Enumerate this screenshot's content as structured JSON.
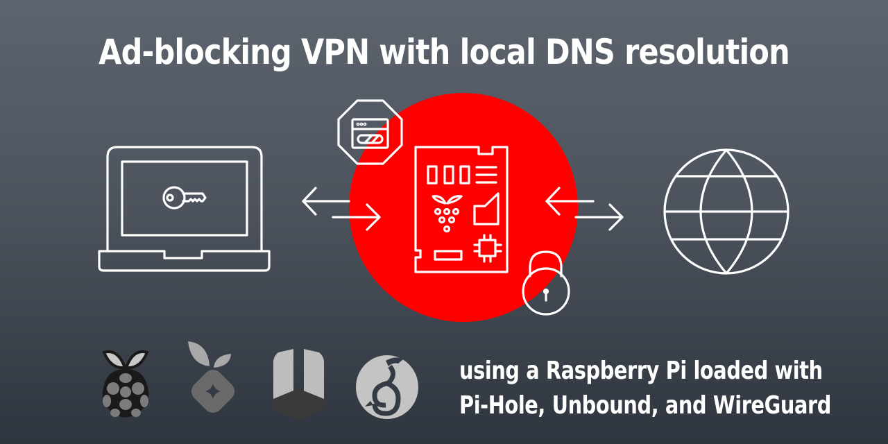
{
  "title": "Ad-blocking VPN with local DNS resolution",
  "subtitle": {
    "line1": "using a Raspberry Pi loaded with",
    "line2": "Pi-Hole, Unbound, and WireGuard"
  },
  "colors": {
    "accent_red": "#ff0000",
    "icon_stroke": "#ffffff",
    "background_top": "#5d646e",
    "background_bottom": "#2f353e",
    "logo_gray": "#bdbdbd",
    "logo_dark": "#6a6a6a"
  },
  "diagram": {
    "nodes": [
      {
        "id": "client",
        "icon": "laptop-key-icon",
        "label": "VPN client laptop"
      },
      {
        "id": "server",
        "icon": "raspberry-pi-board-icon",
        "label": "Raspberry Pi"
      },
      {
        "id": "internet",
        "icon": "globe-icon",
        "label": "Internet"
      }
    ],
    "badges": [
      {
        "icon": "ad-block-octagon-icon"
      },
      {
        "icon": "padlock-icon"
      }
    ],
    "links": [
      {
        "from": "client",
        "to": "server",
        "icon": "bidirectional-arrows-icon"
      },
      {
        "from": "server",
        "to": "internet",
        "icon": "bidirectional-arrows-icon"
      }
    ]
  },
  "logos": [
    {
      "name": "Raspberry Pi",
      "icon": "raspberry-pi-logo-icon"
    },
    {
      "name": "Pi-hole",
      "icon": "pihole-logo-icon"
    },
    {
      "name": "Unbound",
      "icon": "unbound-logo-icon"
    },
    {
      "name": "WireGuard",
      "icon": "wireguard-logo-icon"
    }
  ]
}
